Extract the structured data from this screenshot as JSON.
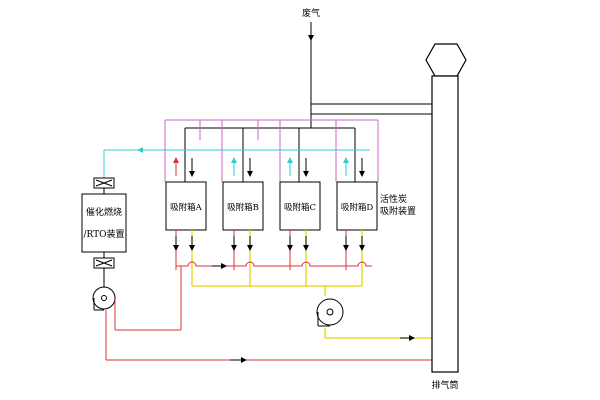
{
  "labels": {
    "waste_gas": "废气",
    "stack": "排气筒",
    "system_line1": "活性炭",
    "system_line2": "吸附装置",
    "device_line1": "催化燃烧",
    "device_line2": "/RTO装置",
    "boxes": [
      "吸附箱A",
      "吸附箱B",
      "吸附箱C",
      "吸附箱D"
    ]
  },
  "colors": {
    "process": "#000000",
    "purge": "#cc66cc",
    "desorb_gas": "#33cccc",
    "exhaust": "#e6d200",
    "hot_air": "#dd3333"
  }
}
